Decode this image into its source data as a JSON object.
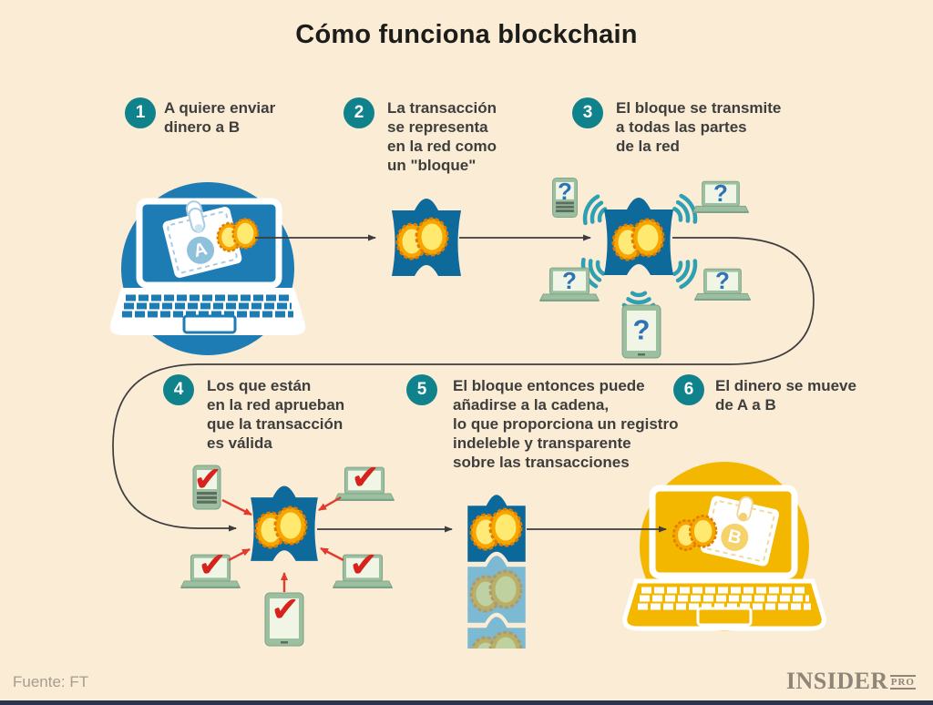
{
  "title": "Cómo funciona blockchain",
  "steps": [
    {
      "number": "1",
      "text": "A quiere enviar\ndinero a B"
    },
    {
      "number": "2",
      "text": "La transacción\nse representa\nen la red como\nun \"bloque\""
    },
    {
      "number": "3",
      "text": "El bloque se transmite\na todas las partes\nde la red"
    },
    {
      "number": "4",
      "text": "Los que están\nen la red aprueban\nque la transacción\nes válida"
    },
    {
      "number": "5",
      "text": "El bloque entonces puede\nañadirse a la cadena,\nlo que proporciona un registro\nindeleble y transparente\nsobre las transacciones"
    },
    {
      "number": "6",
      "text": "El dinero se mueve\nde A a B"
    }
  ],
  "graphics": {
    "wallet_a_label": "A",
    "wallet_b_label": "B",
    "question_mark": "?",
    "checkmark": "✔"
  },
  "footer": {
    "source": "Fuente: FT",
    "brand": "INSIDER",
    "brand_suffix": "PRO"
  },
  "colors": {
    "background": "#fbecd5",
    "step_badge_teal": "#0f828c",
    "sender_blue": "#1e7cb5",
    "block_blue": "#0d6a9a",
    "chain_faded_blue": "#7cb9d2",
    "device_sage": "#9cbfa0",
    "coin_gold": "#f7a600",
    "coin_face": "#ffe977",
    "receiver_yellow": "#f3b700",
    "approval_red": "#d8231d",
    "question_blue": "#2c72b5",
    "wifi_teal": "#2f9fb4",
    "connector_dark": "#3d3d3d",
    "footer_gray": "#a69d8f",
    "bottom_bar_navy": "#2a3550"
  }
}
